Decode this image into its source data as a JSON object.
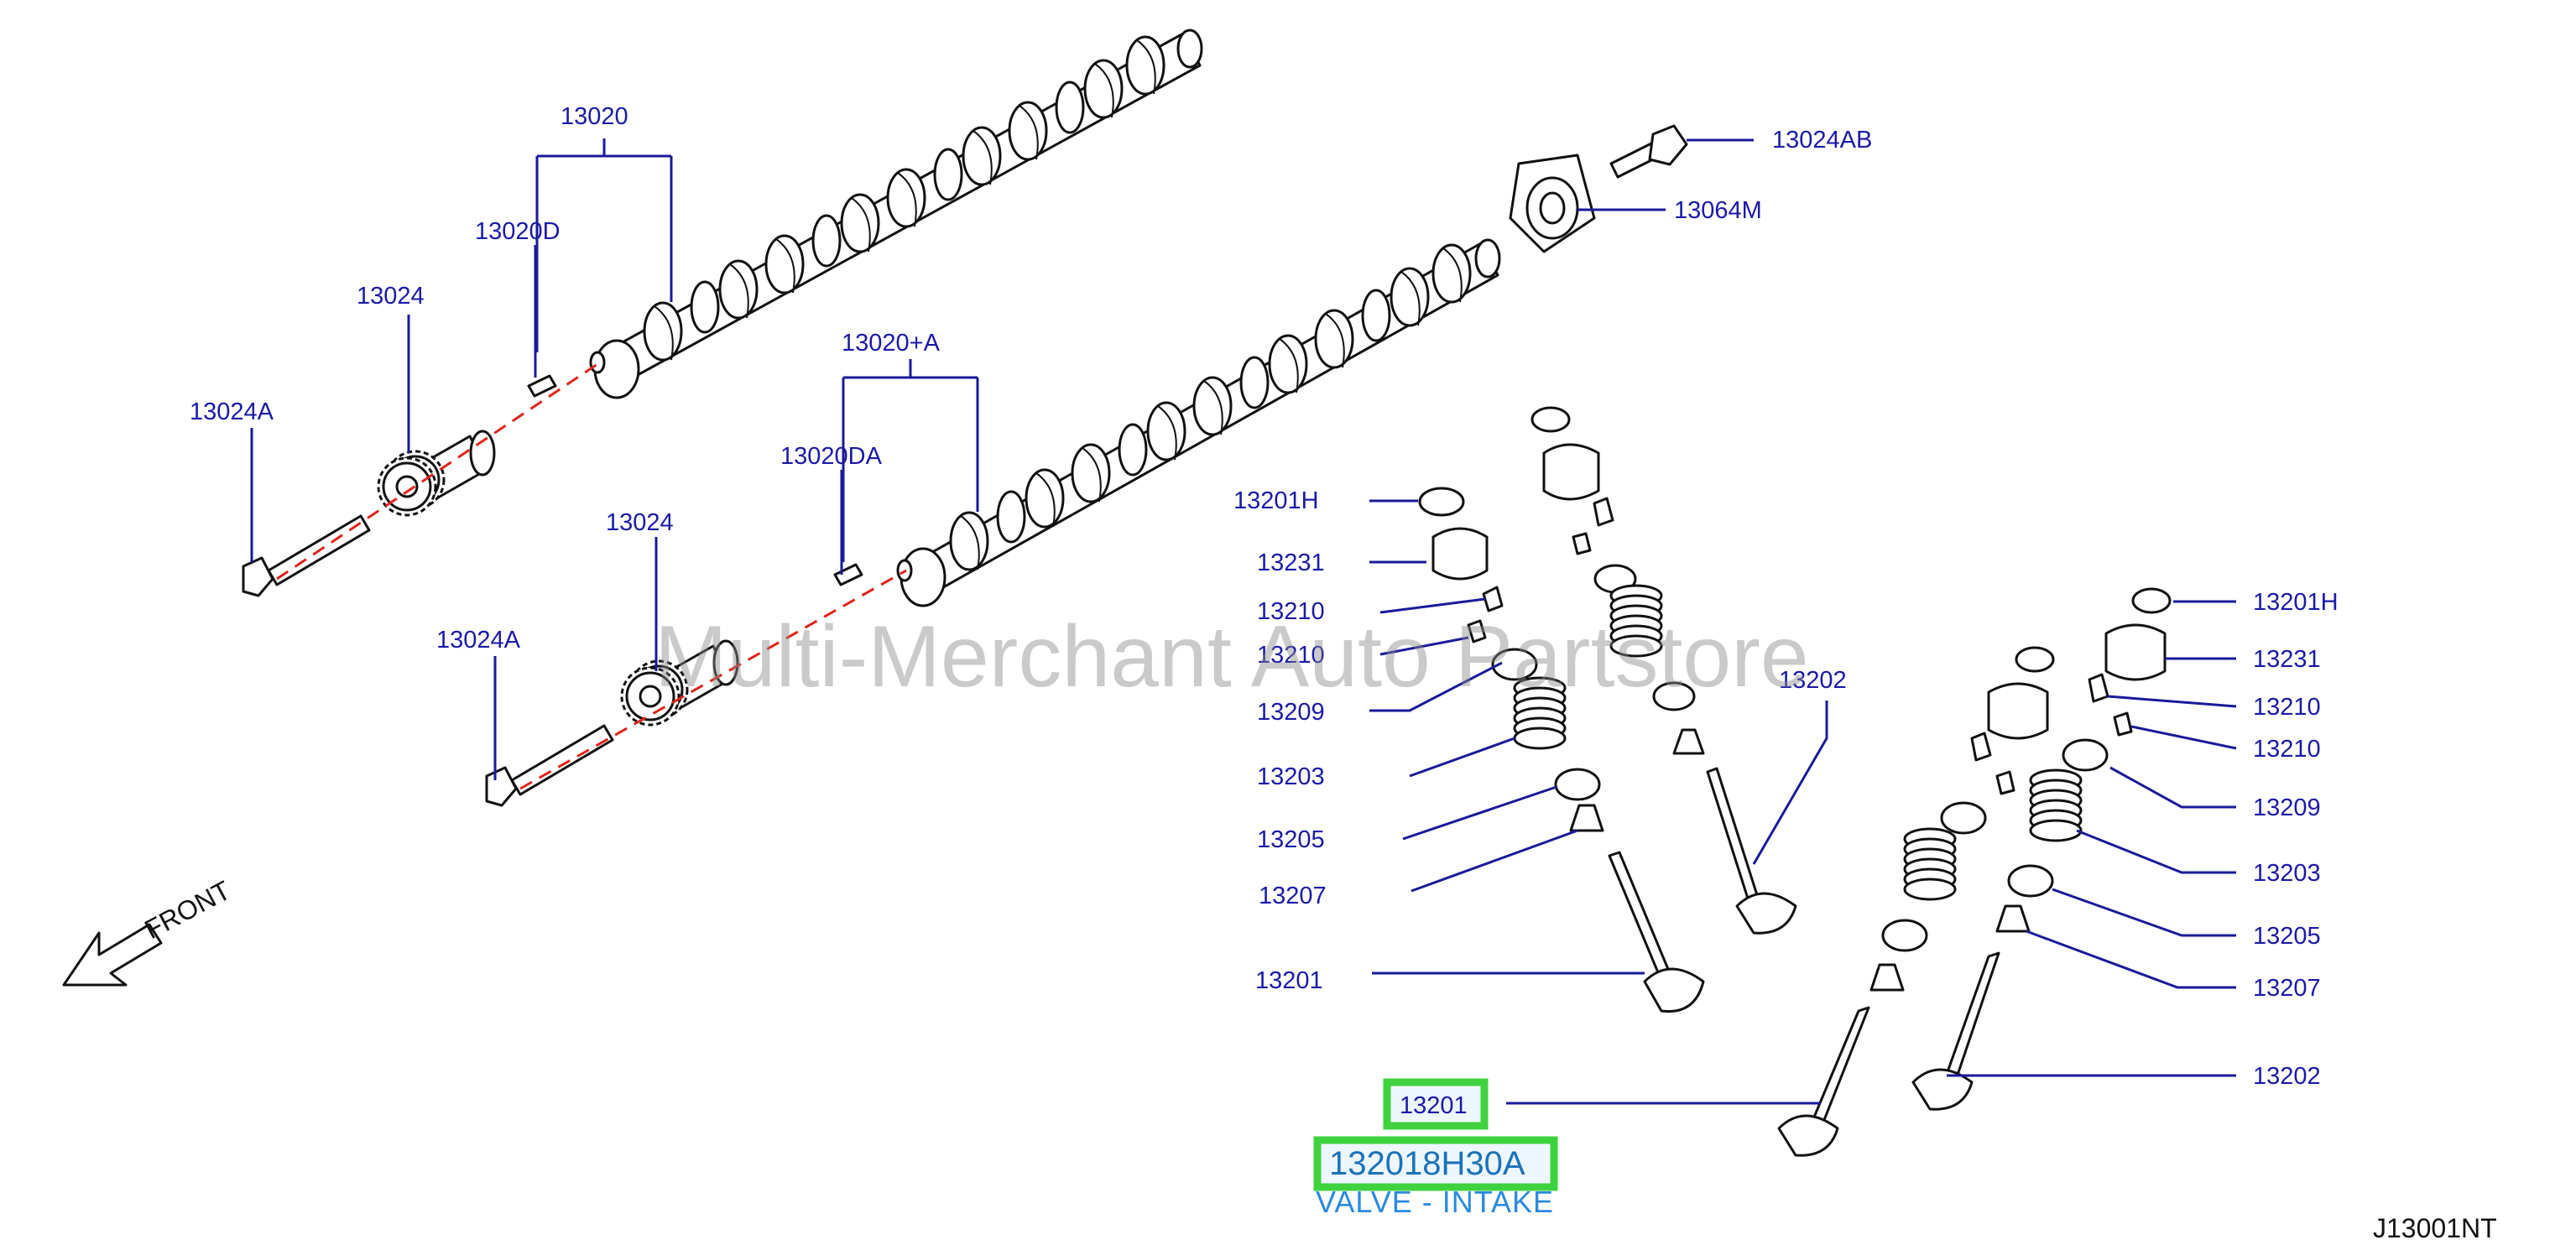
{
  "diagram": {
    "code": "J13001NT",
    "front_label": "FRONT",
    "watermark": "Multi-Merchant Auto Partstore"
  },
  "labels": {
    "l13020": "13020",
    "l13020d": "13020D",
    "l13024_top": "13024",
    "l13024a_top": "13024A",
    "l13020a": "13020+A",
    "l13020da": "13020DA",
    "l13024_mid": "13024",
    "l13024a_mid": "13024A",
    "l13024ab": "13024AB",
    "l13064m": "13064M",
    "l13201h_left": "13201H",
    "l13231_left": "13231",
    "l13210_left_a": "13210",
    "l13210_left_b": "13210",
    "l13209_left": "13209",
    "l13203_left": "13203",
    "l13205_left": "13205",
    "l13207_left": "13207",
    "l13201_left": "13201",
    "l13202_mid": "13202",
    "l13201h_right": "13201H",
    "l13231_right": "13231",
    "l13210_right_a": "13210",
    "l13210_right_b": "13210",
    "l13209_right": "13209",
    "l13203_right": "13203",
    "l13205_right": "13205",
    "l13207_right": "13207",
    "l13202_right": "13202",
    "l13201_highlight": "13201"
  },
  "selected_part": {
    "number": "132018H30A",
    "description": "VALVE - INTAKE",
    "highlight_color": "#3fd23f"
  },
  "colors": {
    "label": "#1a1aa8",
    "leader": "#1a1a9a",
    "centerline": "#e0241b",
    "part_number": "#1a73b8",
    "part_desc": "#2a8ae0"
  }
}
